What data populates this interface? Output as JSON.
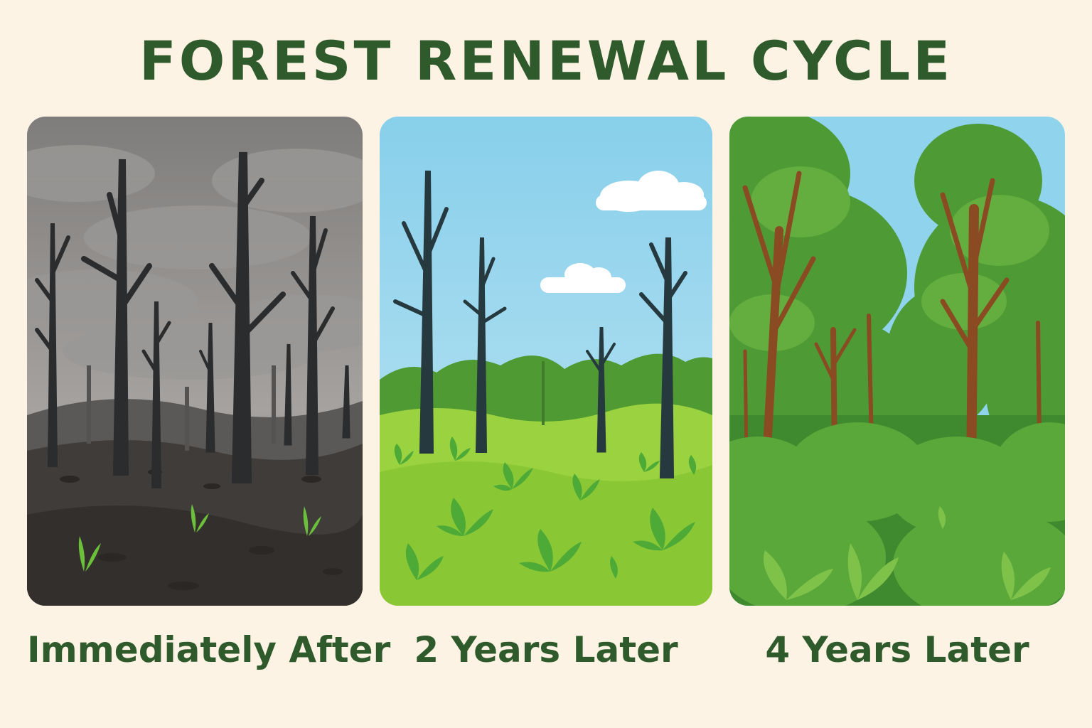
{
  "title": "FOREST RENEWAL CYCLE",
  "stages": [
    {
      "label": "Immediately After"
    },
    {
      "label": "2 Years Later"
    },
    {
      "label": "4 Years Later"
    }
  ],
  "colors": {
    "background": "#fdf3e4",
    "heading": "#2f5a2b",
    "charred_trunk": "#2a2c2e",
    "smoke_sky": "#8a8886",
    "clear_sky": "#8fd3ec",
    "meadow": "#8fcc3d",
    "forest": "#4e9a35",
    "living_trunk": "#8a4a22"
  }
}
